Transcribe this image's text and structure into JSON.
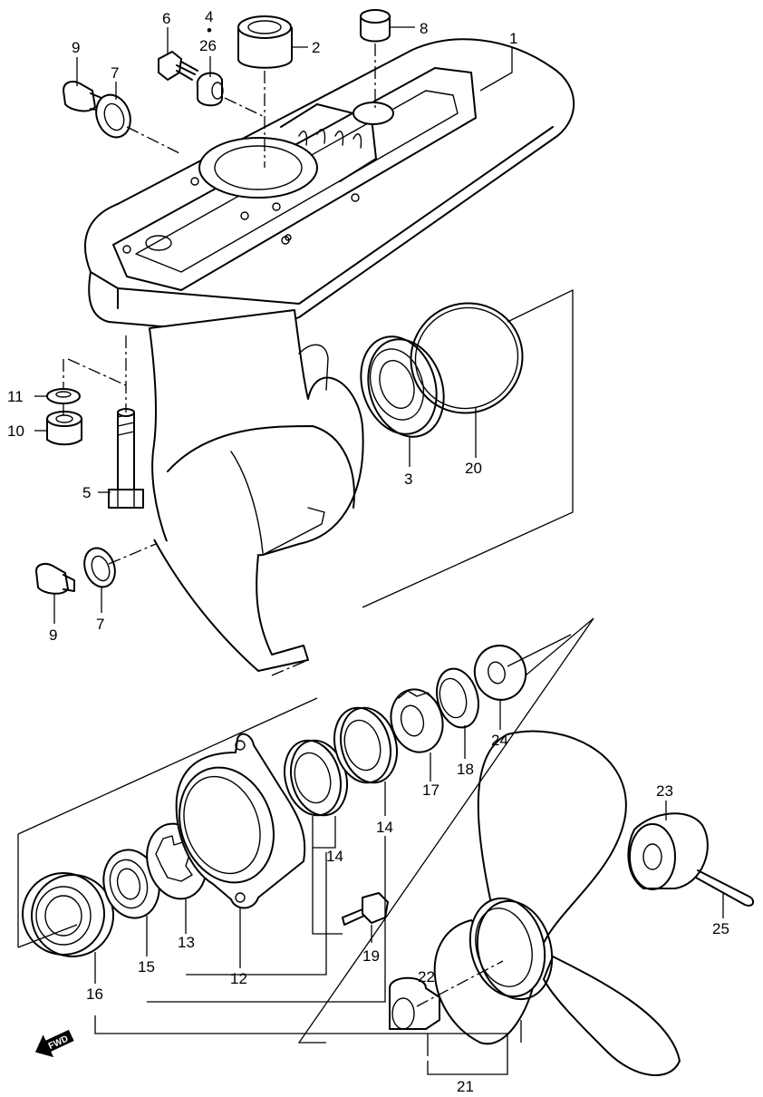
{
  "callouts": {
    "c1": "1",
    "c2": "2",
    "c3": "3",
    "c4": "4",
    "c5": "5",
    "c6": "6",
    "c7a": "7",
    "c7b": "7",
    "c8": "8",
    "c9a": "9",
    "c9b": "9",
    "c10": "10",
    "c11": "11",
    "c12": "12",
    "c13": "13",
    "c14a": "14",
    "c14b": "14",
    "c15": "15",
    "c16": "16",
    "c17": "17",
    "c18": "18",
    "c19": "19",
    "c20": "20",
    "c21": "21",
    "c22": "22",
    "c23": "23",
    "c24": "24",
    "c25": "25",
    "c26": "26",
    "dot": "•"
  },
  "fwd_label": "FWD"
}
